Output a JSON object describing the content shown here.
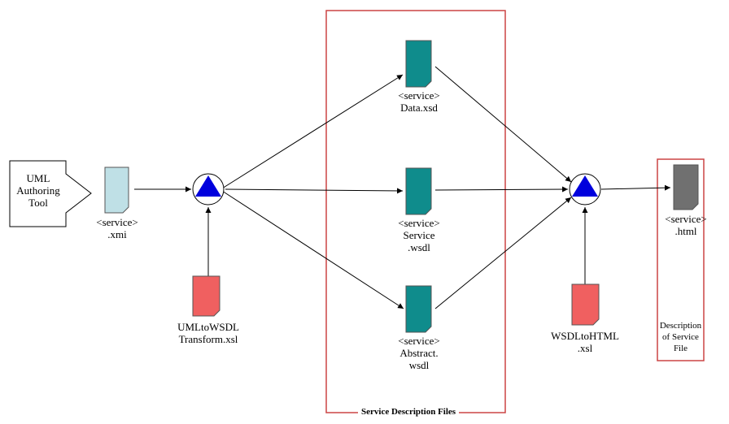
{
  "diagram": {
    "tool": {
      "lines": [
        "UML",
        "Authoring",
        "Tool"
      ]
    },
    "xmi": {
      "lines": [
        "<service>",
        ".xmi"
      ]
    },
    "uml_xsl": {
      "lines": [
        "UMLtoWSDL",
        "Transform.xsl"
      ]
    },
    "data_xsd": {
      "lines": [
        "<service>",
        "Data.xsd"
      ]
    },
    "service_wsdl": {
      "lines": [
        "<service>",
        "Service",
        ".wsdl"
      ]
    },
    "abstract_wsdl": {
      "lines": [
        "<service>",
        "Abstract.",
        "wsdl"
      ]
    },
    "html_xsl": {
      "lines": [
        "WSDLtoHTML",
        ".xsl"
      ]
    },
    "html_out": {
      "lines": [
        "<service>",
        ".html"
      ]
    },
    "desc_box": {
      "lines": [
        "Description",
        "of Service",
        "File"
      ]
    },
    "group": {
      "title": "Service Description Files"
    },
    "colors": {
      "xmi_doc": "#bfe0e6",
      "xsl_doc": "#f06060",
      "wsdl_doc": "#0f8c8c",
      "html_doc": "#707070",
      "processor": "#0000dd",
      "group_border": "#cc4444"
    }
  }
}
